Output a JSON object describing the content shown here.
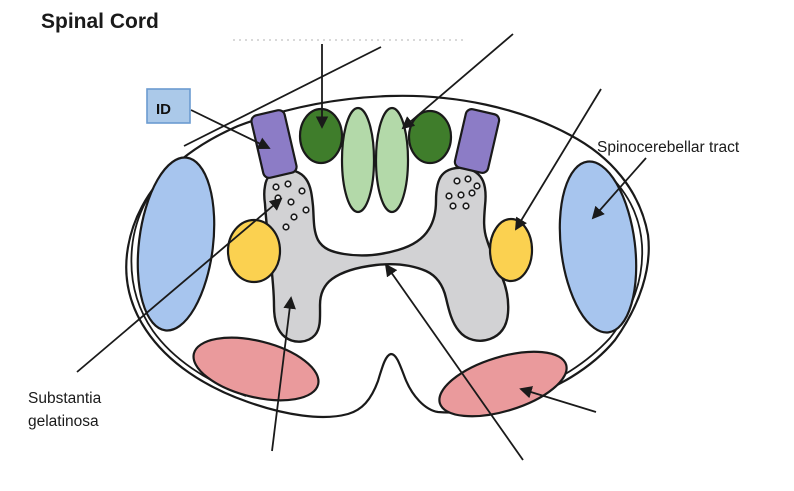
{
  "title": "Spinal Cord",
  "labels": {
    "id_box": "ID",
    "spinocerebellar": "Spinocerebellar tract",
    "substantia_line1": "Substantia",
    "substantia_line2": "gelatinosa"
  },
  "palette": {
    "outline": "#1a1a1a",
    "gray_matter": "#d2d2d4",
    "purple_tract": "#8c7cc6",
    "dark_green": "#3f7d2b",
    "light_green": "#b3d9a9",
    "yellow": "#fbd150",
    "blue": "#a7c5ee",
    "pink": "#ea9a9c",
    "id_box_fill": "#abc9e9",
    "id_box_border": "#6b9bd0"
  }
}
